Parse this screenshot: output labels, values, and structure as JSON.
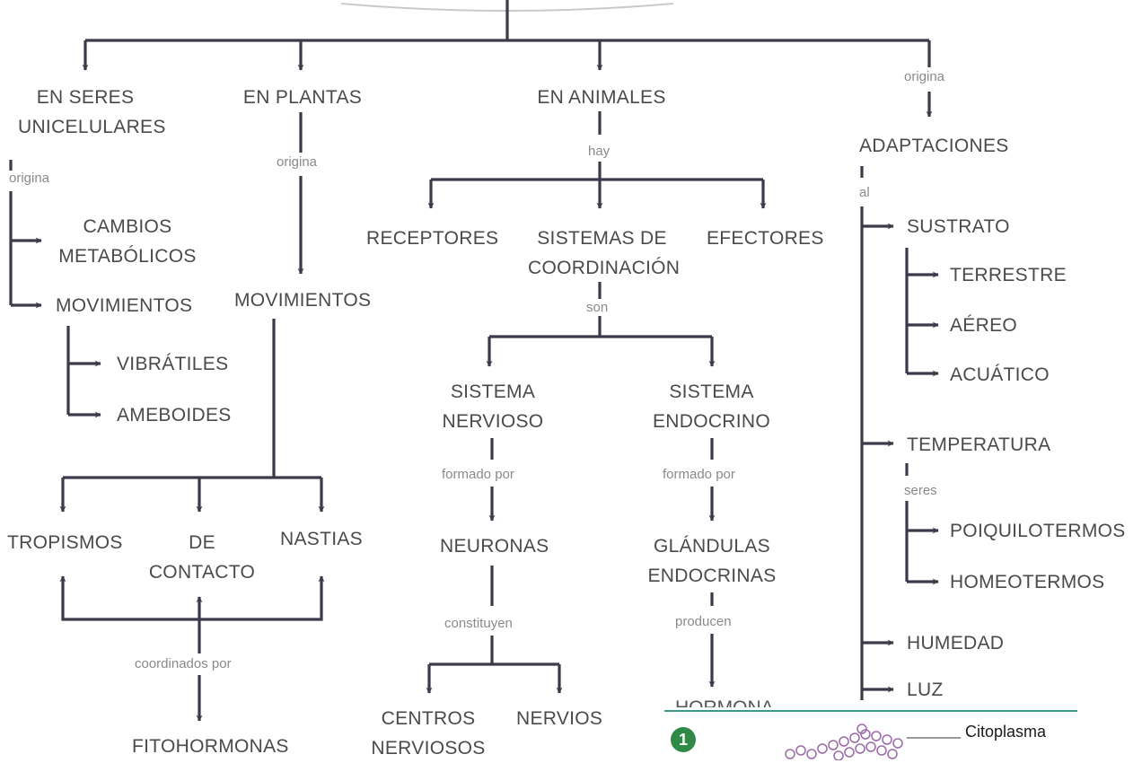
{
  "nodes": {
    "seres_unicelulares": [
      "EN SERES",
      "UNICELULARES"
    ],
    "en_plantas": "EN PLANTAS",
    "en_animales": "EN ANIMALES",
    "adaptaciones": "ADAPTACIONES",
    "cambios_metabolicos": [
      "CAMBIOS",
      "METABÓLICOS"
    ],
    "movimientos_uni": "MOVIMIENTOS",
    "vibratiles": "VIBRÁTILES",
    "ameboides": "AMEBOIDES",
    "movimientos_plantas": "MOVIMIENTOS",
    "tropismos": "TROPISMOS",
    "de_contacto": [
      "DE",
      "CONTACTO"
    ],
    "nastias": "NASTIAS",
    "fitohormonas": "FITOHORMONAS",
    "receptores": "RECEPTORES",
    "sistemas_coordinacion": [
      "SISTEMAS DE",
      "COORDINACIÓN"
    ],
    "efectores": "EFECTORES",
    "sistema_nervioso": [
      "SISTEMA",
      "NERVIOSO"
    ],
    "sistema_endocrino": [
      "SISTEMA",
      "ENDOCRINO"
    ],
    "neuronas": "NEURONAS",
    "glandulas_endocrinas": [
      "GLÁNDULAS",
      "ENDOCRINAS"
    ],
    "centros_nerviosos": [
      "CENTROS",
      "NERVIOSOS"
    ],
    "nervios": "NERVIOS",
    "hormonas_cut": "HORMONAS",
    "sustrato": "SUSTRATO",
    "terrestre": "TERRESTRE",
    "aereo": "AÉREO",
    "acuatico": "ACUÁTICO",
    "temperatura": "TEMPERATURA",
    "poiquilotermos": "POIQUILOTERMOS",
    "homeotermos": "HOMEOTERMOS",
    "humedad": "HUMEDAD",
    "luz": "LUZ"
  },
  "connectors": {
    "origina_uni": "origina",
    "origina_plantas": "origina",
    "origina_adapt": "origina",
    "hay": "hay",
    "al": "al",
    "son": "son",
    "formado_por_nervioso": "formado por",
    "formado_por_endocrino": "formado por",
    "constituyen": "constituyen",
    "producen": "producen",
    "coordinados_por": "coordinados por",
    "seres": "seres"
  },
  "inset": {
    "badge": "1",
    "label": "Citoplasma"
  },
  "colors": {
    "line": "#3a3a4a",
    "text": "#4a4a4a",
    "connector": "#8a8a8a",
    "badge": "#2e8a45",
    "inset_rule": "#3a9a8a"
  }
}
